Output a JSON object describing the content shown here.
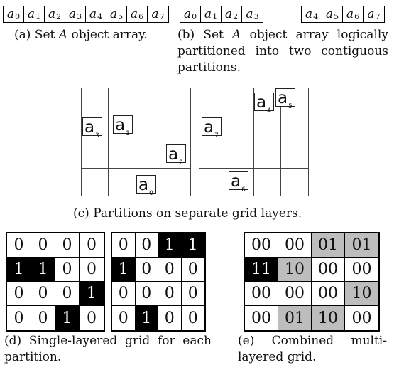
{
  "arrays": {
    "full": [
      "0",
      "1",
      "2",
      "3",
      "4",
      "5",
      "6",
      "7"
    ],
    "part1": [
      "0",
      "1",
      "2",
      "3"
    ],
    "part2": [
      "4",
      "5",
      "6",
      "7"
    ],
    "symbol": "a"
  },
  "captions": {
    "a": {
      "label": "(a)",
      "text": "Set",
      "var": "A",
      "rest": "object array."
    },
    "b": {
      "label": "(b)",
      "line1_words": [
        "Set",
        "A",
        "object",
        "array",
        "logically"
      ],
      "line2_words": [
        "partitioned",
        "into",
        "two",
        "contiguous"
      ],
      "line3": "partitions."
    },
    "c": "(c) Partitions on separate grid layers.",
    "d": {
      "line1_words": [
        "(d)",
        "Single-layered",
        "grid",
        "for",
        "each"
      ],
      "line2": "partition."
    },
    "e": {
      "line1_words": [
        "(e)",
        "Combined",
        "multi-"
      ],
      "line2": "layered grid."
    }
  },
  "grid1_objects": [
    {
      "letter": "a",
      "sub": "3"
    },
    {
      "letter": "a",
      "sub": "1"
    },
    {
      "letter": "a",
      "sub": "2"
    },
    {
      "letter": "a",
      "sub": "0"
    }
  ],
  "grid2_objects": [
    {
      "letter": "a",
      "sub": "4"
    },
    {
      "letter": "a",
      "sub": "5"
    },
    {
      "letter": "a",
      "sub": "7"
    },
    {
      "letter": "a",
      "sub": "6"
    }
  ],
  "binary_grid_1": [
    [
      "0",
      "0",
      "0",
      "0"
    ],
    [
      "1",
      "1",
      "0",
      "0"
    ],
    [
      "0",
      "0",
      "0",
      "1"
    ],
    [
      "0",
      "0",
      "1",
      "0"
    ]
  ],
  "binary_grid_2": [
    [
      "0",
      "0",
      "1",
      "1"
    ],
    [
      "1",
      "0",
      "0",
      "0"
    ],
    [
      "0",
      "0",
      "0",
      "0"
    ],
    [
      "0",
      "1",
      "0",
      "0"
    ]
  ],
  "combined_grid": [
    [
      "00",
      "00",
      "01",
      "01"
    ],
    [
      "11",
      "10",
      "00",
      "00"
    ],
    [
      "00",
      "00",
      "00",
      "10"
    ],
    [
      "00",
      "01",
      "10",
      "00"
    ]
  ],
  "colors": {
    "one": "#000000",
    "combined_11": "#000000",
    "combined_mixed": "#bdbdbd"
  }
}
